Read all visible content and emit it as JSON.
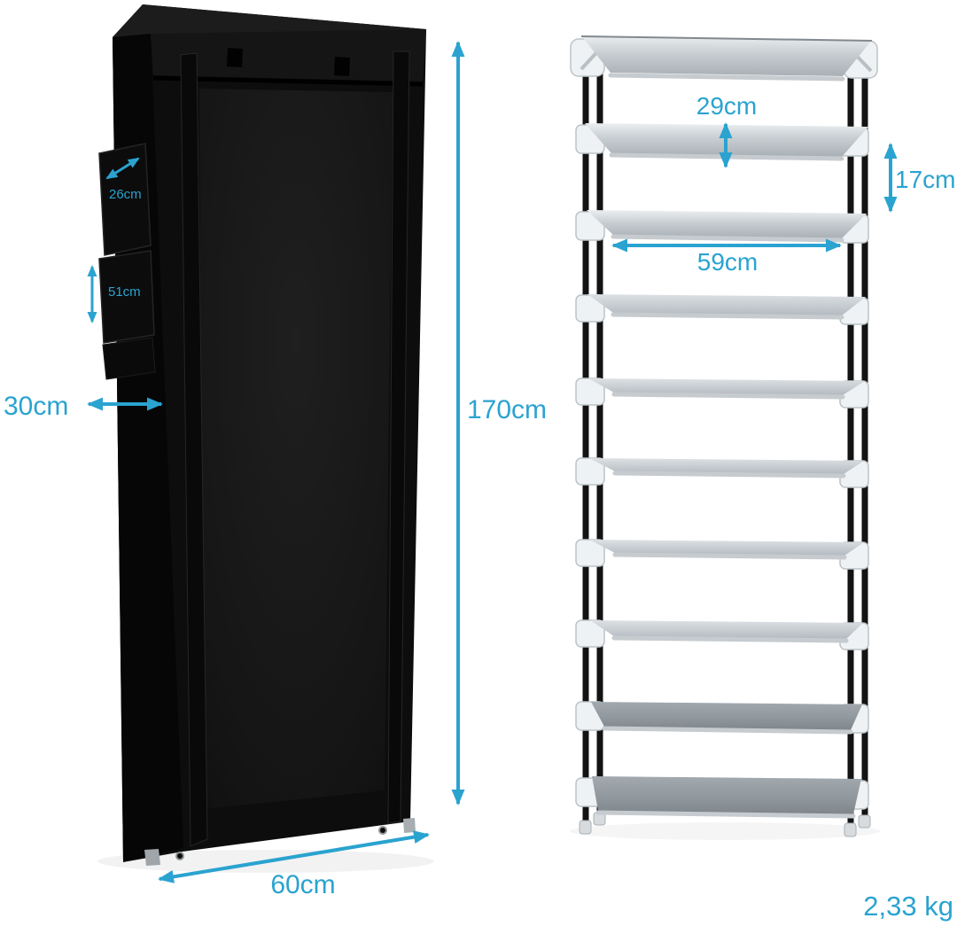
{
  "annotation_color": "#2aa3d0",
  "covered_unit": {
    "cover_color": "#0d0d0d",
    "pocket_width_label": "26cm",
    "pocket_height_label": "51cm",
    "depth_label": "30cm",
    "height_label": "170cm",
    "width_label": "60cm"
  },
  "open_rack": {
    "tier_count": 10,
    "pole_color": "#131313",
    "shelf_color": "#c3c9cd",
    "top_tier_gap_label": "29cm",
    "tier_gap_label": "17cm",
    "tier_width_label": "59cm"
  },
  "weight_label": "2,33 kg"
}
